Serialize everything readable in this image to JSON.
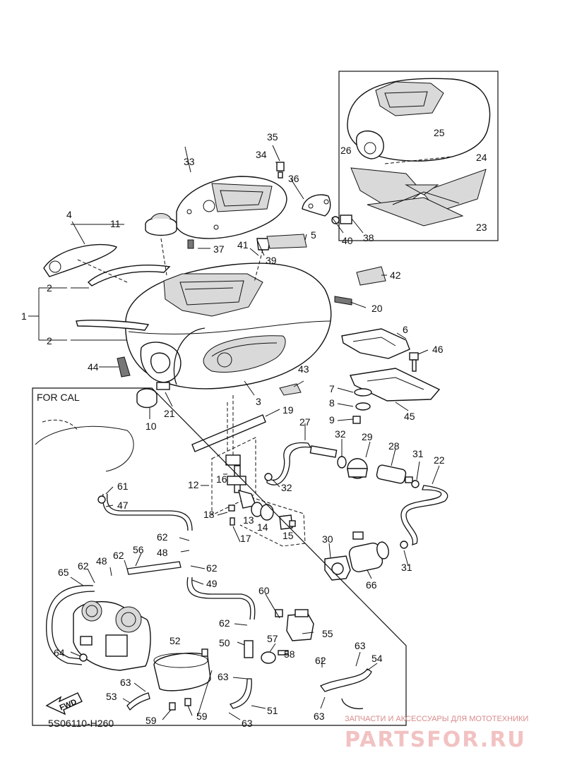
{
  "callouts": [
    "1",
    "2",
    "2",
    "3",
    "4",
    "5",
    "6",
    "7",
    "8",
    "9",
    "10",
    "11",
    "12",
    "13",
    "14",
    "15",
    "16",
    "17",
    "18",
    "19",
    "20",
    "21",
    "22",
    "23",
    "24",
    "25",
    "26",
    "27",
    "28",
    "29",
    "30",
    "31",
    "31",
    "32",
    "32",
    "33",
    "34",
    "35",
    "36",
    "37",
    "38",
    "39",
    "40",
    "41",
    "42",
    "43",
    "44",
    "45",
    "46",
    "47",
    "48",
    "48",
    "49",
    "50",
    "51",
    "52",
    "53",
    "54",
    "55",
    "56",
    "57",
    "58",
    "59",
    "59",
    "60",
    "61",
    "62",
    "62",
    "62",
    "62",
    "62",
    "62",
    "63",
    "63",
    "63",
    "63",
    "63",
    "64",
    "65",
    "66"
  ],
  "inset_label": "FOR CAL",
  "direction_label": "FWD",
  "diagram_code": "5S06110-H260",
  "watermark": {
    "tagline": "ЗАПЧАСТИ И АКСЕССУАРЫ ДЛЯ МОТОТЕХНИКИ",
    "brand": "PARTSFOR.RU"
  }
}
